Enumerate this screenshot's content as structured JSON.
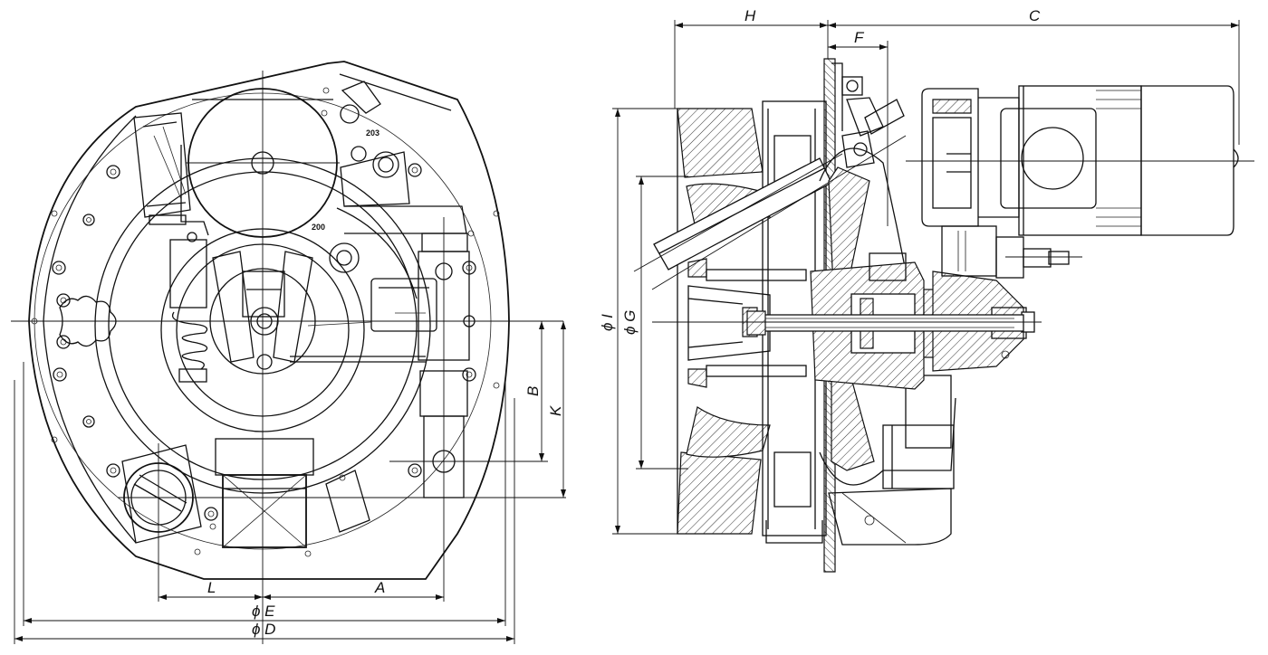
{
  "drawing": {
    "front_view": {
      "dimensions": {
        "L": "L",
        "A": "A",
        "E": "ϕ E",
        "D": "ϕ D",
        "B": "B",
        "K": "K"
      },
      "part_labels": {
        "p203": "203",
        "p200": "200"
      }
    },
    "side_view": {
      "dimensions": {
        "H": "H",
        "C": "C",
        "F": "F",
        "I": "ϕ I",
        "G": "ϕ G"
      }
    }
  }
}
